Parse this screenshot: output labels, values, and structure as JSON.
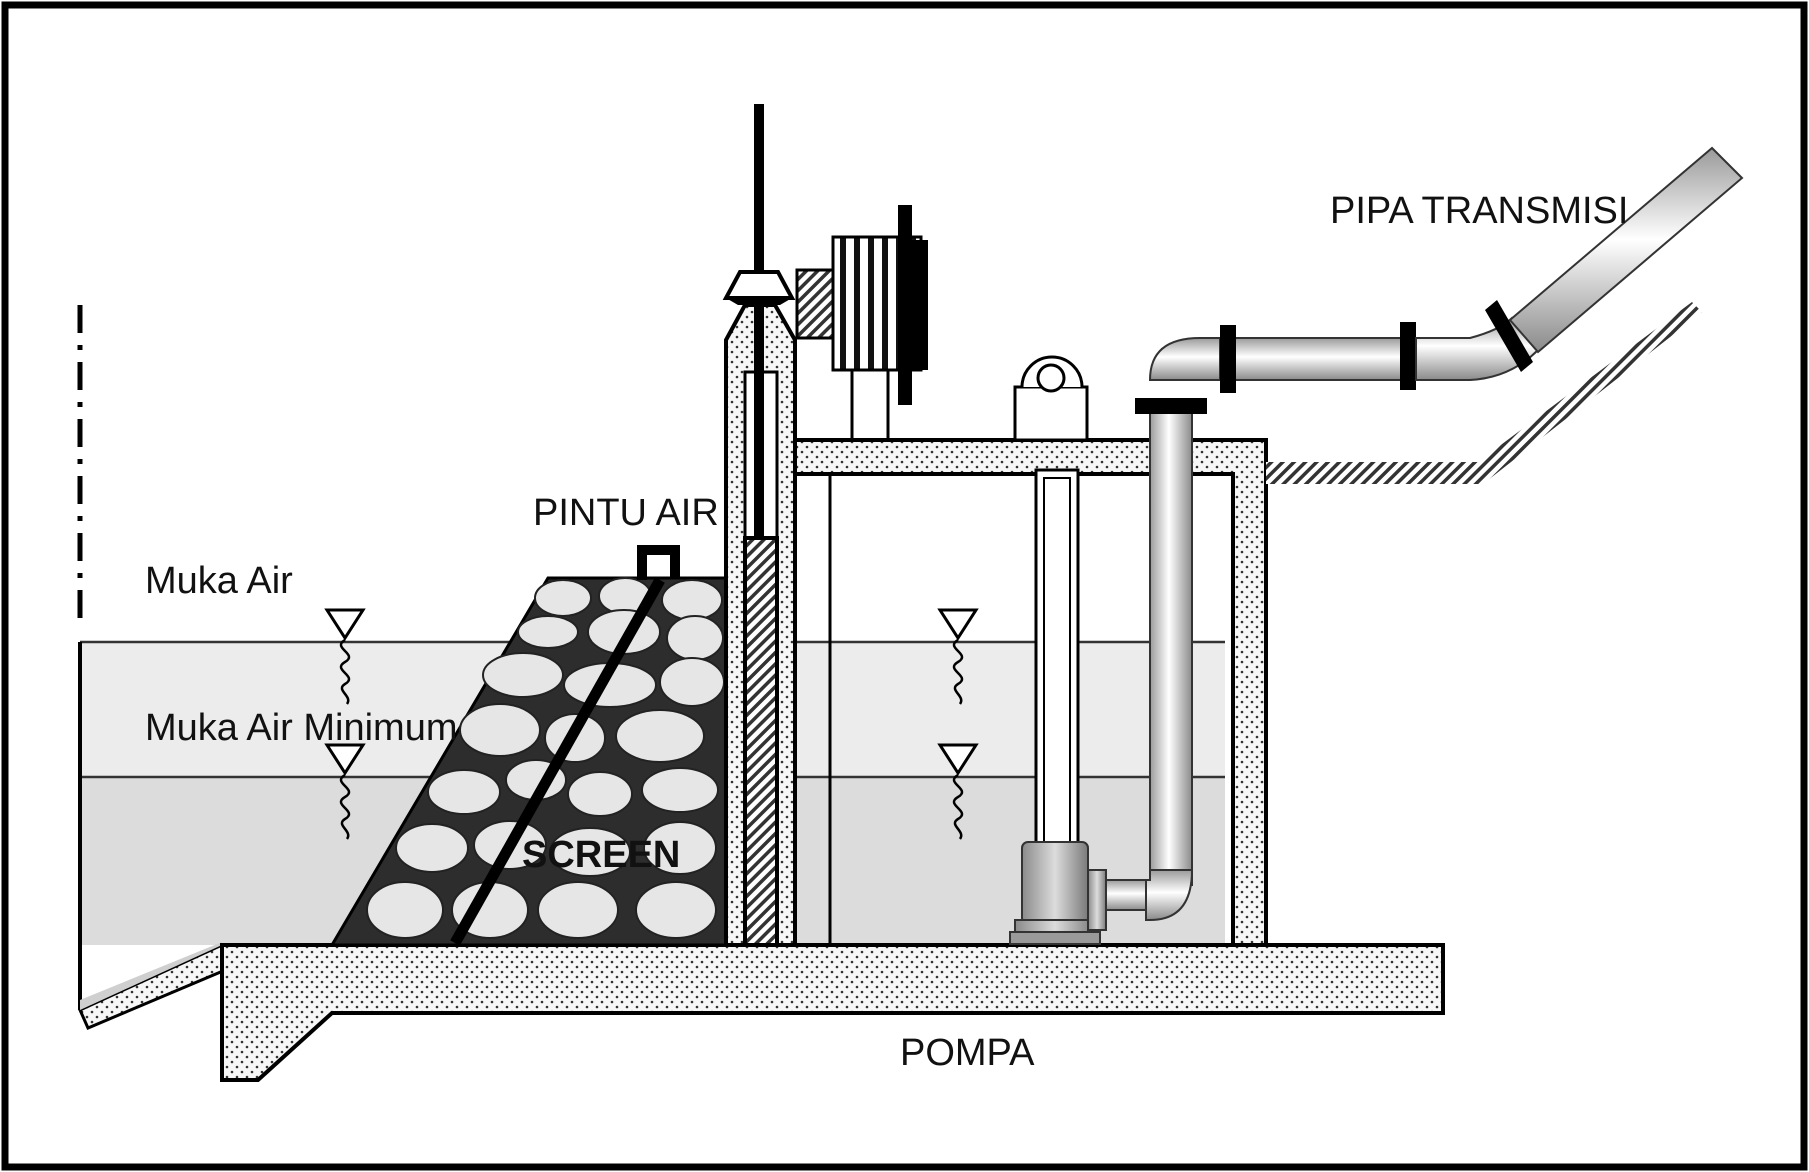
{
  "labels": {
    "pintu_air": "PINTU AIR",
    "muka_air": "Muka Air",
    "muka_air_minimum": "Muka Air Minimum",
    "screen": "SCREEN",
    "pipa_transmisi": "PIPA TRANSMISI",
    "pompa": "POMPA"
  },
  "colors": {
    "outline": "#000000",
    "water_upper": "#ececec",
    "water_lower": "#dcdcdc",
    "concrete": "#f4f4f4",
    "rock_bg": "#2b2b2b",
    "rock": "#e4e4e4",
    "pipe": "#cfcfcf"
  },
  "icons": {
    "water_level_marker": "inverted-triangle-icon",
    "gate": "sluice-gate-icon",
    "motor": "motor-icon",
    "pump": "submersible-pump-icon"
  }
}
